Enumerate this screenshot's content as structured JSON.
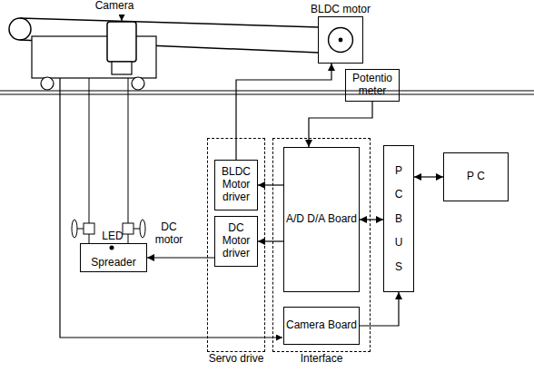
{
  "diagram": {
    "nodes": [
      {
        "text": [
          "BLDC motor"
        ]
      },
      {
        "text": [
          "Potentio meter"
        ]
      },
      {
        "text": [
          "Servo drive"
        ]
      },
      {
        "text": [
          "BLDC Motor driver"
        ],
        "in": 2
      },
      {
        "text": [
          "DC Motor driver"
        ],
        "in": 2
      },
      {
        "text": [
          "Interface"
        ]
      },
      {
        "text": [
          "A/D D/A Board"
        ],
        "in": 5
      },
      {
        "text": [
          "Camera Board"
        ],
        "in": 5
      },
      {
        "text": [
          "P C B U S"
        ]
      },
      {
        "text": [
          "P C"
        ]
      },
      {
        "text": [
          "Spreader"
        ]
      }
    ],
    "edges": [
      {
        "from": 3,
        "to": 0,
        "arrow": "to"
      },
      {
        "from": 1,
        "to": 6,
        "arrow": "to"
      },
      {
        "from": 6,
        "to": 3,
        "arrow": "to"
      },
      {
        "from": 6,
        "to": 4,
        "arrow": "to"
      },
      {
        "from": 4,
        "to": 10,
        "arrow": "to"
      },
      {
        "from": 6,
        "to": 8,
        "arrow": "both"
      },
      {
        "from": 7,
        "to": 8,
        "arrow": "to"
      },
      {
        "from": 8,
        "to": 9,
        "arrow": "both"
      }
    ],
    "labels": [
      "Camera",
      "LED",
      "DC motor"
    ]
  }
}
